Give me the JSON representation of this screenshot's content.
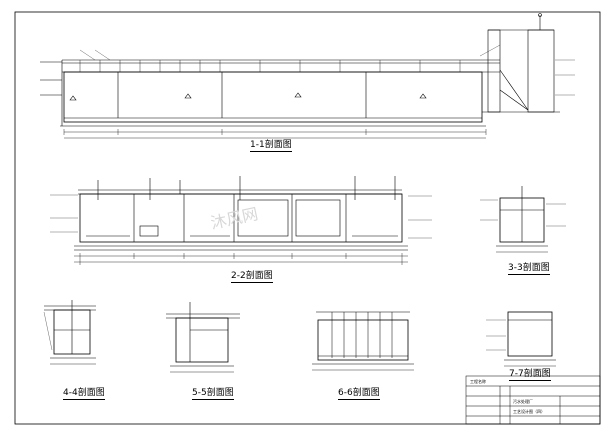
{
  "sections": {
    "s11": "1-1剖面图",
    "s22": "2-2剖面图",
    "s33": "3-3剖面图",
    "s44": "4-4剖面图",
    "s55": "5-5剖面图",
    "s66": "6-6剖面图",
    "s77": "7-7剖面图"
  },
  "title_block": {
    "header": "工程名称",
    "project": "污水处理厂",
    "sheet_title": "工艺设计图（四）"
  },
  "watermark": "沐风网",
  "colors": {
    "line": "#000000",
    "paper": "#ffffff",
    "watermark": "#d8d8d8"
  }
}
